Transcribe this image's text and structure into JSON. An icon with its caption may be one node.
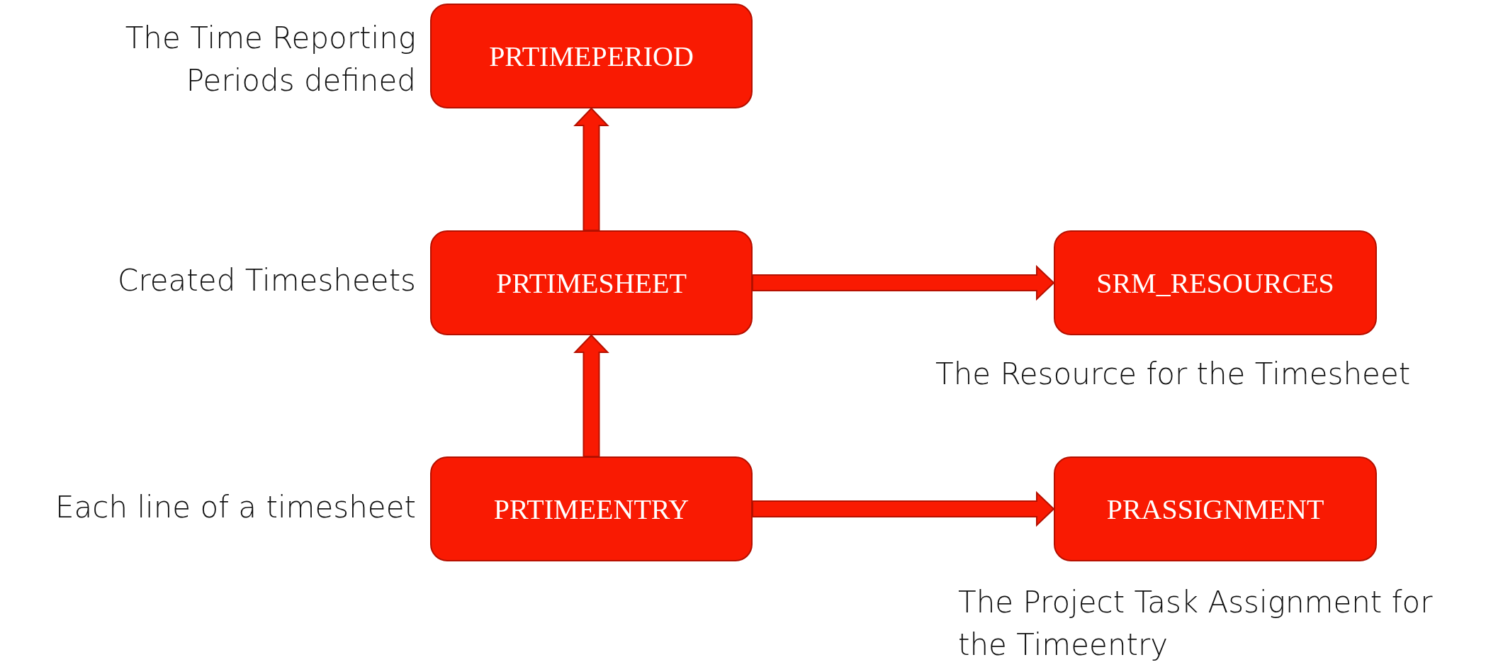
{
  "diagram": {
    "nodes": [
      {
        "text": [
          "PRTIMEPERIOD"
        ],
        "beside": [
          "The Time Reporting Periods defined"
        ]
      },
      {
        "text": [
          "PRTIMESHEET"
        ],
        "beside": [
          "Created Timesheets"
        ]
      },
      {
        "text": [
          "SRM_RESOURCES"
        ],
        "beside": [
          "The Resource for the Timesheet"
        ]
      },
      {
        "text": [
          "PRTIMEENTRY"
        ],
        "beside": [
          "Each line of a timesheet"
        ]
      },
      {
        "text": [
          "PRASSIGNMENT"
        ],
        "beside": [
          "The Project Task Assignment for the Timeentry"
        ]
      }
    ],
    "edges": [
      {
        "from": 1,
        "to": 0,
        "arrow": "to"
      },
      {
        "from": 1,
        "to": 2,
        "arrow": "to"
      },
      {
        "from": 3,
        "to": 1,
        "arrow": "to"
      },
      {
        "from": 3,
        "to": 4,
        "arrow": "to"
      }
    ]
  }
}
